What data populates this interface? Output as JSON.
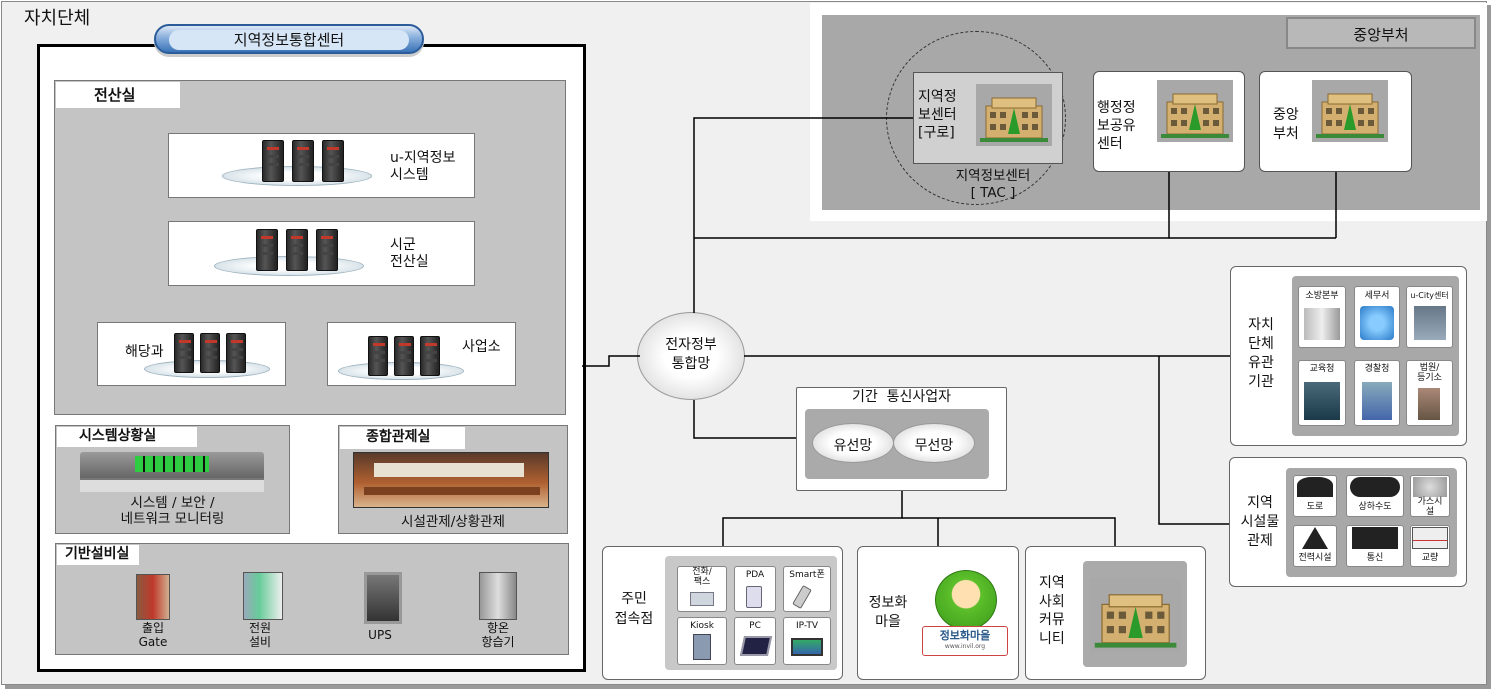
{
  "local_gov": {
    "title": "자치단체",
    "center_title": "지역정보통합센터",
    "computer_room": {
      "title": "전산실",
      "u_system": "u-지역정보\n시스템",
      "sigun": "시군\n전산실",
      "dept": "해당과",
      "office": "사업소"
    },
    "monitoring_room": {
      "title": "시스템상황실",
      "caption": "시스템 / 보안 /\n네트워크 모니터링"
    },
    "control_room": {
      "title": "종합관제실",
      "caption": "시설관제/상황관제"
    },
    "infra_room": {
      "title": "기반설비실",
      "items": [
        "출입\nGate",
        "전원\n설비",
        "UPS",
        "항온\n항습기"
      ]
    }
  },
  "central": {
    "title": "중앙부처",
    "tac_label": "지역정보센터\n[ TAC ]",
    "gu_center": "지역정\n보센터\n[구로]",
    "admin_share": "행정정\n보공유\n센터",
    "ministry": "중앙\n부처"
  },
  "network": {
    "egov": "전자정부\n통합망"
  },
  "carrier": {
    "title": "기간  통신사업자",
    "wired": "유선망",
    "wireless": "무선망"
  },
  "resident": {
    "title": "주민\n접속점",
    "devices": [
      "전화/\n팩스",
      "PDA",
      "Smart폰",
      "Kiosk",
      "PC",
      "IP-TV"
    ]
  },
  "info_village": {
    "title": "정보화\n마을",
    "logo_text": "정보화마을",
    "logo_url": "www.invil.org"
  },
  "community": {
    "title": "지역\n사회\n커뮤\n니티"
  },
  "related_orgs": {
    "title": "자치\n단체\n유관\n기관",
    "items": [
      "소방본부",
      "세무서",
      "u-City센터",
      "교육청",
      "경찰청",
      "법원/\n등기소"
    ]
  },
  "facility": {
    "title": "지역\n시설물\n관제",
    "items": [
      "도로",
      "상하수도",
      "가스시\n설",
      "전력시설",
      "통신",
      "교량"
    ]
  },
  "colors": {
    "panel_gray": "#c4c4c4",
    "banner_blue": "#4a86c8",
    "line": "#000000"
  }
}
